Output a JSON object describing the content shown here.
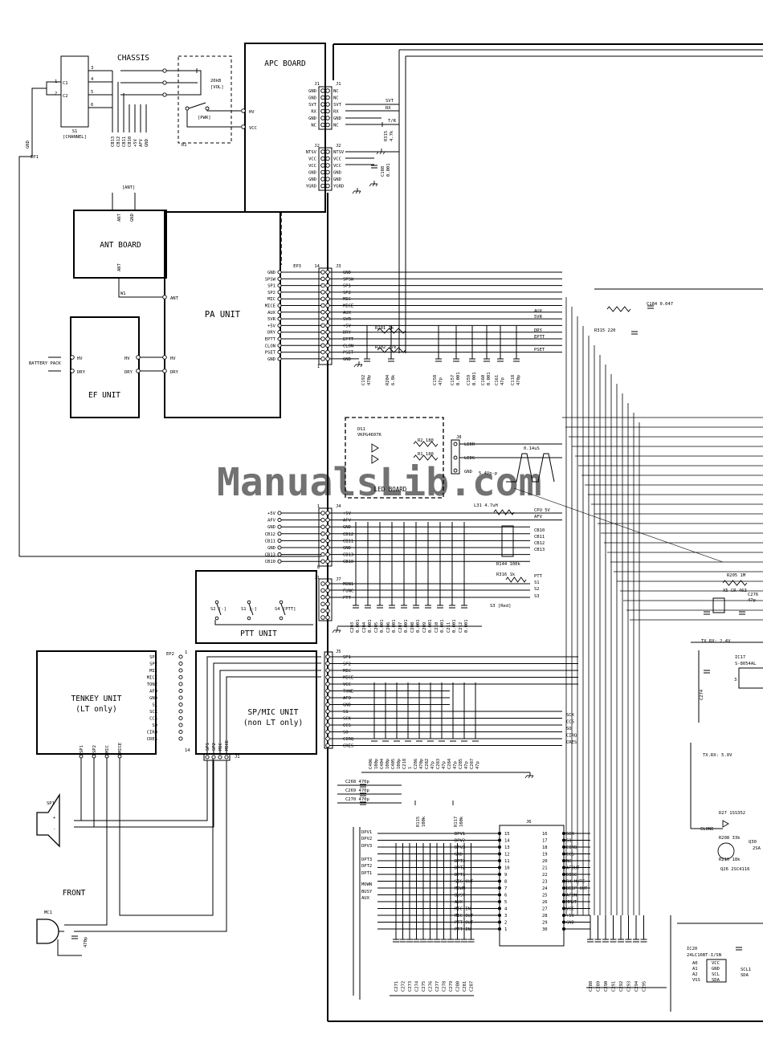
{
  "watermark": "ManualsLib.com",
  "labels": {
    "chassis": "CHASSIS",
    "apc_board": "APC BOARD",
    "ant_board": "ANT BOARD",
    "ant_bracket": "[ANT]",
    "pa_unit": "PA UNIT",
    "ef_unit": "EF UNIT",
    "battery_pack": "BATTERY PACK",
    "ptt_unit": "PTT UNIT",
    "tenkey_unit": "TENKEY UNIT",
    "tenkey_sub": "(LT only)",
    "spmic_unit": "SP/MIC UNIT",
    "spmic_sub": "(non LT only)",
    "front": "FRONT",
    "led_board": "LED BOARD",
    "s1_channel": "[CHANNEL]",
    "r1": "R1",
    "vol": "[VOL]",
    "pwr": "[PWR]",
    "r1_value": "20kB",
    "ep1": "EP1",
    "ep2": "EP2",
    "ep3": "EP3",
    "w1": "W1",
    "sp1": "SP1",
    "mc1": "MC1",
    "c1_front": "470p",
    "ds1": "DS1",
    "ds1_part": "VKPG4607K",
    "wave_time": "0.14uS",
    "wave_volt": "5.4Vp-p",
    "l31": "L31  4.7uH",
    "r144": "R144  100k",
    "r316": "R316  1k",
    "s3_red": "S3 [Red]",
    "r201": "R201  1k",
    "r202": "R202  27k",
    "r315": "R315 220",
    "r205": "R205 1M",
    "x5": "X5 CR-463",
    "ic17": "IC17",
    "ic17_part": "S-8054AL",
    "tx_rx_1": "TX.RX: 2.4V",
    "tx_rx_2": "TX.RX: 5.0V",
    "d27": "D27 1SS352",
    "q26": "Q26 2SC4116",
    "clone": "CLONE",
    "ic20": "IC20",
    "ic20_part": "24LC16BT-I/SN",
    "c184": "C184 0.047",
    "r208": "R208 33k",
    "r210": "R210 18k"
  },
  "chassis_pins": [
    "3",
    "4",
    "5",
    "6"
  ],
  "chassis_cb": [
    "CB13",
    "CB12",
    "CB11",
    "CB10",
    "+5V",
    "AFV",
    "GND"
  ],
  "j1_left": [
    "GND",
    "GND",
    "SVT",
    "RX",
    "GND",
    "NC"
  ],
  "j1_right": [
    "NC",
    "NC",
    "SVT",
    "RX",
    "GND",
    "NC"
  ],
  "j2_left": [
    "NTSV",
    "VCC",
    "VCC",
    "GND",
    "GND",
    "YGRD"
  ],
  "j2_right": [
    "NTSV",
    "VCC",
    "VCC",
    "GND",
    "GND",
    "YGRD"
  ],
  "j3_pins": [
    "GND",
    "SPSW",
    "SP1",
    "SP2",
    "MIC",
    "MICE",
    "AUX",
    "SVR",
    "+5V",
    "DRY",
    "EPTT",
    "CLON",
    "PSET",
    "GND"
  ],
  "j3_pa": [
    "GND",
    "SPSW",
    "SP1",
    "SP2",
    "MIC",
    "MICE",
    "AUX",
    "5VR",
    "+5V",
    "DRY",
    "EPTT",
    "CLON",
    "PSET",
    "GND"
  ],
  "j3_caps": [
    "C192 470p",
    "R204 6.8k",
    "C158 47p",
    "C157 0.001",
    "C159 0.001",
    "C160 0.001",
    "C161 47p",
    "C118 470p"
  ],
  "j4_pins": [
    "+5V",
    "AFV",
    "GND",
    "CB12",
    "CB11",
    "GND",
    "CB13",
    "CB10"
  ],
  "j7_pins": [
    "MON1",
    "FUNC",
    "PTT"
  ],
  "j7_caps": [
    "C203 0.001",
    "C204 0.001",
    "C205 0.001",
    "C206 0.001",
    "C207 0.001",
    "C208 0.001",
    "C209 0.001",
    "C210 0.001",
    "C211 0.001",
    "C212 0.001"
  ],
  "ptt_switches": [
    "S2 [-]",
    "S1 [-]",
    "S4 [PTT]"
  ],
  "j5_pins": [
    "SP1",
    "SP2",
    "MIC",
    "MICE",
    "VCC",
    "TONE",
    "AFO",
    "GND",
    "S1",
    "SCK",
    "CCS",
    "SO",
    "CIRQ",
    "CRES"
  ],
  "j5_right": [
    "SCK",
    "CCS",
    "SO",
    "CIRQ",
    "CRES"
  ],
  "j5_caps": [
    "C406 100p",
    "C404 100p",
    "C405 100p",
    "C218 1",
    "C286 470p",
    "C282 47p",
    "C283 47p",
    "C284 47p",
    "C285 47p",
    "C287 47p"
  ],
  "tenkey_pins": [
    "SP1",
    "SP2",
    "MIC",
    "MICE",
    "TONE",
    "AFO",
    "GND",
    "S1",
    "SCK",
    "CCS",
    "SO",
    "CIRQ",
    "CRES"
  ],
  "tenkey_bottom": [
    "SP1",
    "SP2",
    "MIC",
    "MICE"
  ],
  "spmic_bottom": [
    "SP1",
    "SP2",
    "MIC",
    "MICE"
  ],
  "j6_left": [
    "DPV1",
    "DPV2",
    "DPV3",
    "GND",
    "DPT3",
    "DPT2",
    "DPT1",
    "SIG OUT",
    "MOWN",
    "BUSY",
    "AUX",
    "MIC IN",
    "MIC OUT",
    "PTT OUT",
    "PTT IN"
  ],
  "j6_left_num": [
    "15",
    "14",
    "13",
    "12",
    "11",
    "10",
    "9",
    "8",
    "7",
    "6",
    "5",
    "4",
    "3",
    "2",
    "1"
  ],
  "j6_right": [
    "SCK",
    "S1",
    "CIRQ",
    "CCS",
    "NC",
    "AFOUT",
    "DISC",
    "RX MUTE",
    "BEEP OUT",
    "AFON",
    "MMUT",
    "VCC",
    "+5V",
    "GND"
  ],
  "j6_right_num": [
    "16",
    "17",
    "18",
    "19",
    "20",
    "21",
    "22",
    "23",
    "24",
    "25",
    "26",
    "27",
    "28",
    "29",
    "30"
  ],
  "j6_ext": [
    "DPV1",
    "DPV2",
    "DPV3",
    "DPT3",
    "DPT2",
    "DPT1",
    "MOWN",
    "BUSY",
    "AUX"
  ],
  "j6_caps_left": [
    "C271",
    "C272",
    "C273",
    "C274",
    "C275",
    "C276",
    "C277",
    "C278",
    "C279",
    "C280",
    "C281",
    "C287"
  ],
  "j6_caps_right": [
    "C288",
    "C289",
    "C290",
    "C291",
    "C292",
    "C293",
    "C294",
    "C295"
  ],
  "c268": [
    "C268 470p",
    "C269 470p",
    "C270 470p"
  ],
  "ic20_pins_left": [
    "A0",
    "A1",
    "A2",
    "VSS"
  ],
  "ic20_pins_right": [
    "VCC",
    "GND",
    "SCL",
    "SDA"
  ],
  "j6_name": "J6",
  "right_edge_labels": [
    "AUX",
    "5VR",
    "DRY",
    "EPTT",
    "PSET"
  ],
  "cpu_labels": [
    "CPU 5V",
    "AFV",
    "CB10",
    "CB11",
    "CB12",
    "CB13"
  ],
  "ptt_right": [
    "PTT",
    "S1",
    "S2",
    "S3"
  ]
}
